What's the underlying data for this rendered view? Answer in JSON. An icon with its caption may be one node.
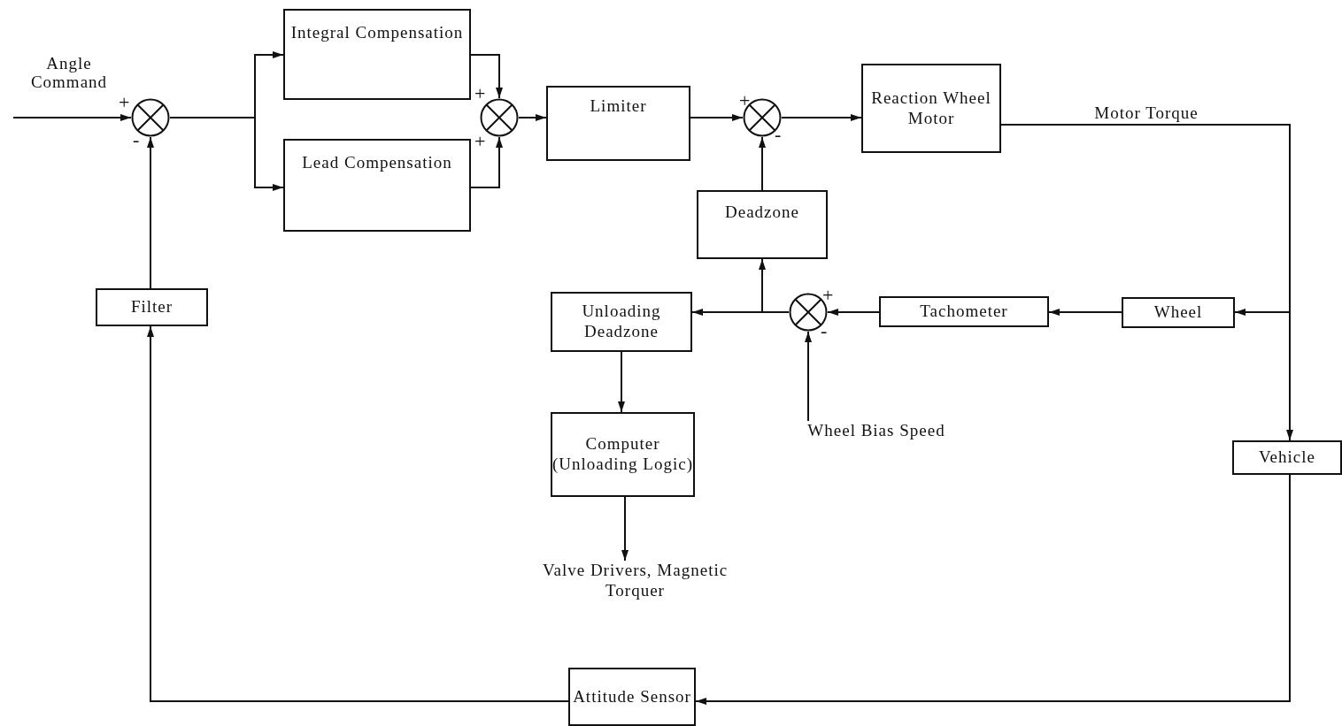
{
  "diagram": {
    "nodes": [
      {
        "text": [],
        "shape": "circle",
        "beside": [
          "+",
          "-"
        ]
      },
      {
        "text": [
          "Integral Compensation"
        ]
      },
      {
        "text": [
          "Lead Compensation"
        ]
      },
      {
        "text": [],
        "shape": "circle",
        "beside": [
          "+",
          "+"
        ]
      },
      {
        "text": [
          "Limiter"
        ]
      },
      {
        "text": [],
        "shape": "circle",
        "beside": [
          "+",
          "-"
        ]
      },
      {
        "text": [
          "Reaction Wheel Motor"
        ]
      },
      {
        "text": [
          "Deadzone"
        ]
      },
      {
        "text": [
          "Unloading Deadzone"
        ]
      },
      {
        "text": [],
        "shape": "circle",
        "beside": [
          "+",
          "-"
        ]
      },
      {
        "text": [
          "Tachometer"
        ]
      },
      {
        "text": [
          "Wheel"
        ]
      },
      {
        "text": [
          "Vehicle"
        ]
      },
      {
        "text": [
          "Attitude Sensor"
        ]
      },
      {
        "text": [
          "Filter"
        ]
      },
      {
        "text": [
          "Computer (Unloading Logic)"
        ]
      },
      {
        "text": [
          "Wheel Bias Speed"
        ]
      },
      {
        "text": [
          "Valve Drivers, Magnetic Torquer"
        ]
      }
    ],
    "edges": [
      {
        "from": null,
        "to": 0,
        "arrow": "to",
        "label": "Angle Command"
      },
      {
        "from": 0,
        "to": 1,
        "arrow": "to"
      },
      {
        "from": 0,
        "to": 2,
        "arrow": "to"
      },
      {
        "from": 1,
        "to": 3,
        "arrow": "to"
      },
      {
        "from": 2,
        "to": 3,
        "arrow": "to"
      },
      {
        "from": 3,
        "to": 4,
        "arrow": "to"
      },
      {
        "from": 4,
        "to": 5,
        "arrow": "to"
      },
      {
        "from": 5,
        "to": 6,
        "arrow": "to"
      },
      {
        "from": 7,
        "to": 5,
        "arrow": "to"
      },
      {
        "from": 6,
        "to": 12,
        "arrow": "to",
        "label": "Motor Torque"
      },
      {
        "from": 6,
        "to": 11,
        "arrow": "to"
      },
      {
        "from": 11,
        "to": 10,
        "arrow": "to"
      },
      {
        "from": 10,
        "to": 9,
        "arrow": "to"
      },
      {
        "from": 16,
        "to": 9,
        "arrow": "to"
      },
      {
        "from": 9,
        "to": 8,
        "arrow": "to"
      },
      {
        "from": 9,
        "to": 7,
        "arrow": "to"
      },
      {
        "from": 8,
        "to": 15,
        "arrow": "to"
      },
      {
        "from": 15,
        "to": 17,
        "arrow": "to"
      },
      {
        "from": 12,
        "to": 13,
        "arrow": "to"
      },
      {
        "from": 13,
        "to": 14,
        "arrow": "to"
      },
      {
        "from": 14,
        "to": 0,
        "arrow": "to"
      }
    ]
  }
}
